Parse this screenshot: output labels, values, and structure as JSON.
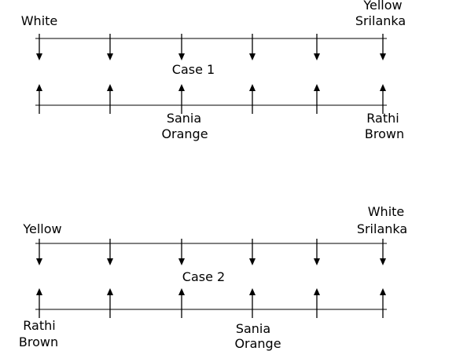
{
  "case1": {
    "title": "Case 1",
    "top_labels": {
      "left": [
        "White"
      ],
      "right": [
        "Yellow",
        "Srilanka"
      ]
    },
    "bottom_labels": {
      "third": [
        "Sania",
        "Orange"
      ],
      "right": [
        "Rathi",
        "Brown"
      ]
    }
  },
  "case2": {
    "title": "Case 2",
    "top_labels": {
      "left": [
        "Yellow"
      ],
      "right": [
        "White",
        "Srilanka"
      ]
    },
    "bottom_labels": {
      "left": [
        "Rathi",
        "Brown"
      ],
      "fourth": [
        "Sania",
        "Orange"
      ]
    }
  },
  "colors": {
    "line": "#000000",
    "background": "#ffffff"
  }
}
